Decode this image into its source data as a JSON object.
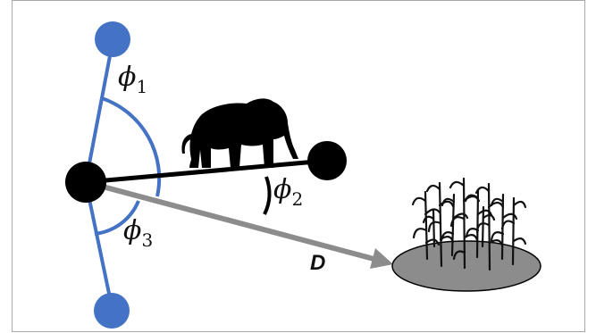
{
  "labels": {
    "phi1": {
      "symbol": "ϕ",
      "sub": "1"
    },
    "phi2": {
      "symbol": "ϕ",
      "sub": "2"
    },
    "phi3": {
      "symbol": "ϕ",
      "sub": "3"
    },
    "distance": "D"
  },
  "colors": {
    "body_axis": "#4472C4",
    "joint_fill": "#4472C4",
    "center_joint": "#000000",
    "heading_line": "#000000",
    "distance_arrow": "#8C8C8C",
    "field_fill": "#8C8C8C",
    "silhouette": "#000000",
    "crop_stroke": "#111111"
  },
  "icons": {
    "animal": "elephant-silhouette",
    "target": "crop-field-icon"
  }
}
